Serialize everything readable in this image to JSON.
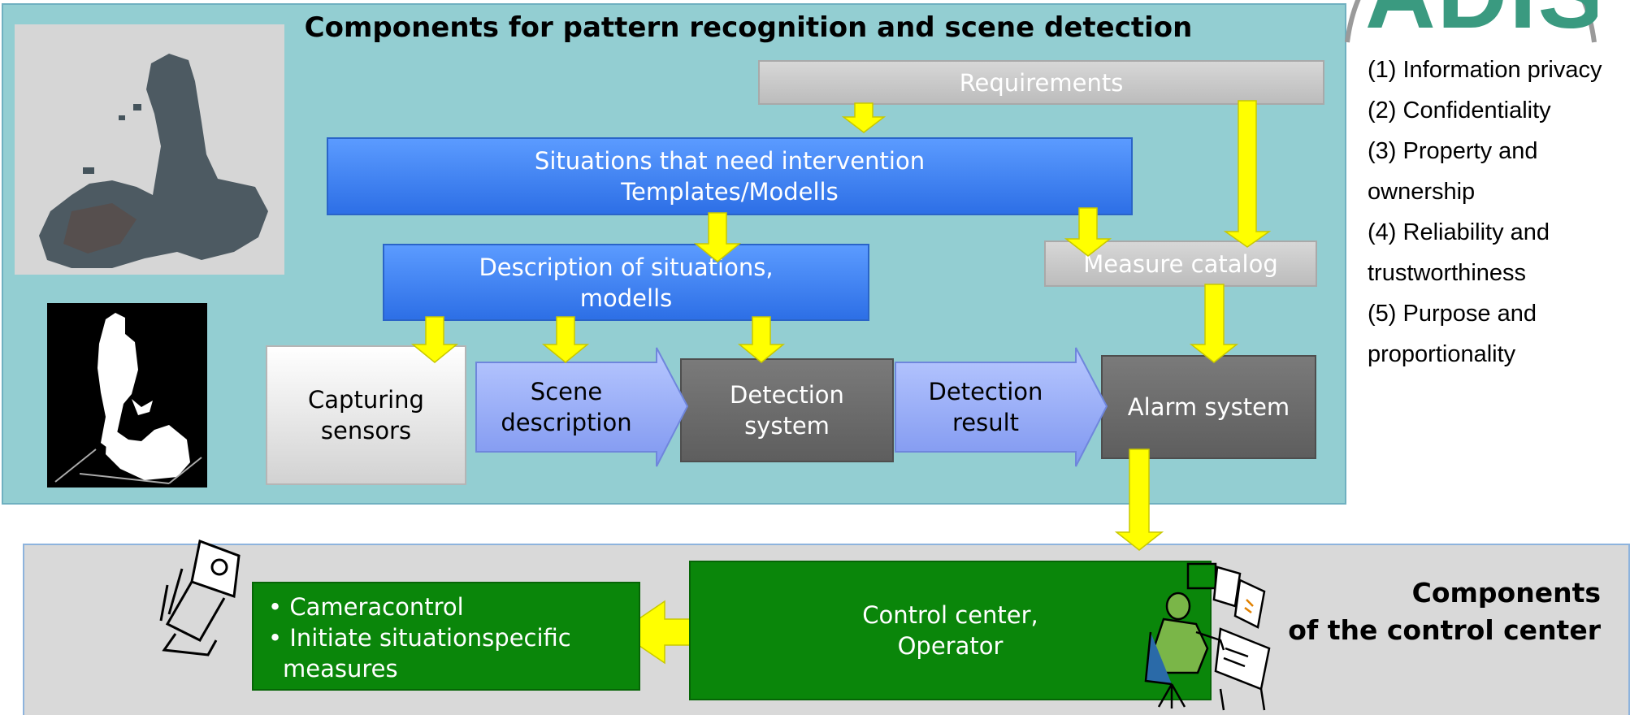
{
  "top_panel": {
    "title": "Components for pattern recognition and scene detection"
  },
  "logo": {
    "text": "ADIS"
  },
  "requirements": {
    "label": "Requirements"
  },
  "situations": {
    "label": "Situations that need intervention\nTemplates/Modells"
  },
  "description": {
    "label": "Description of situations,\nmodells"
  },
  "measure_catalog": {
    "label": "Measure catalog"
  },
  "capturing": {
    "label": "Capturing\nsensors"
  },
  "scene_description": {
    "label": "Scene\ndescription"
  },
  "detection_system": {
    "label": "Detection\nsystem"
  },
  "detection_result": {
    "label": "Detection\nresult"
  },
  "alarm_system": {
    "label": "Alarm system"
  },
  "legend": {
    "lines": [
      "(1) Information privacy",
      "(2) Confidentiality",
      "(3) Property and",
      "ownership",
      "(4) Reliability and",
      "trustworthiness",
      "(5) Purpose and",
      "proportionality"
    ]
  },
  "bottom_panel": {
    "title_line1": "Components",
    "title_line2": "of the control center"
  },
  "control_center": {
    "label": "Control center,\nOperator"
  },
  "measures": {
    "items": [
      "Cameracontrol",
      "Initiate situationspecific measures"
    ]
  },
  "colors": {
    "top_panel": "#93ced2",
    "bottom_panel": "#d9d9d9",
    "blue": "#3d7ef5",
    "green": "#0a860a",
    "arrow": "#ffff00",
    "dark": "#696969"
  }
}
